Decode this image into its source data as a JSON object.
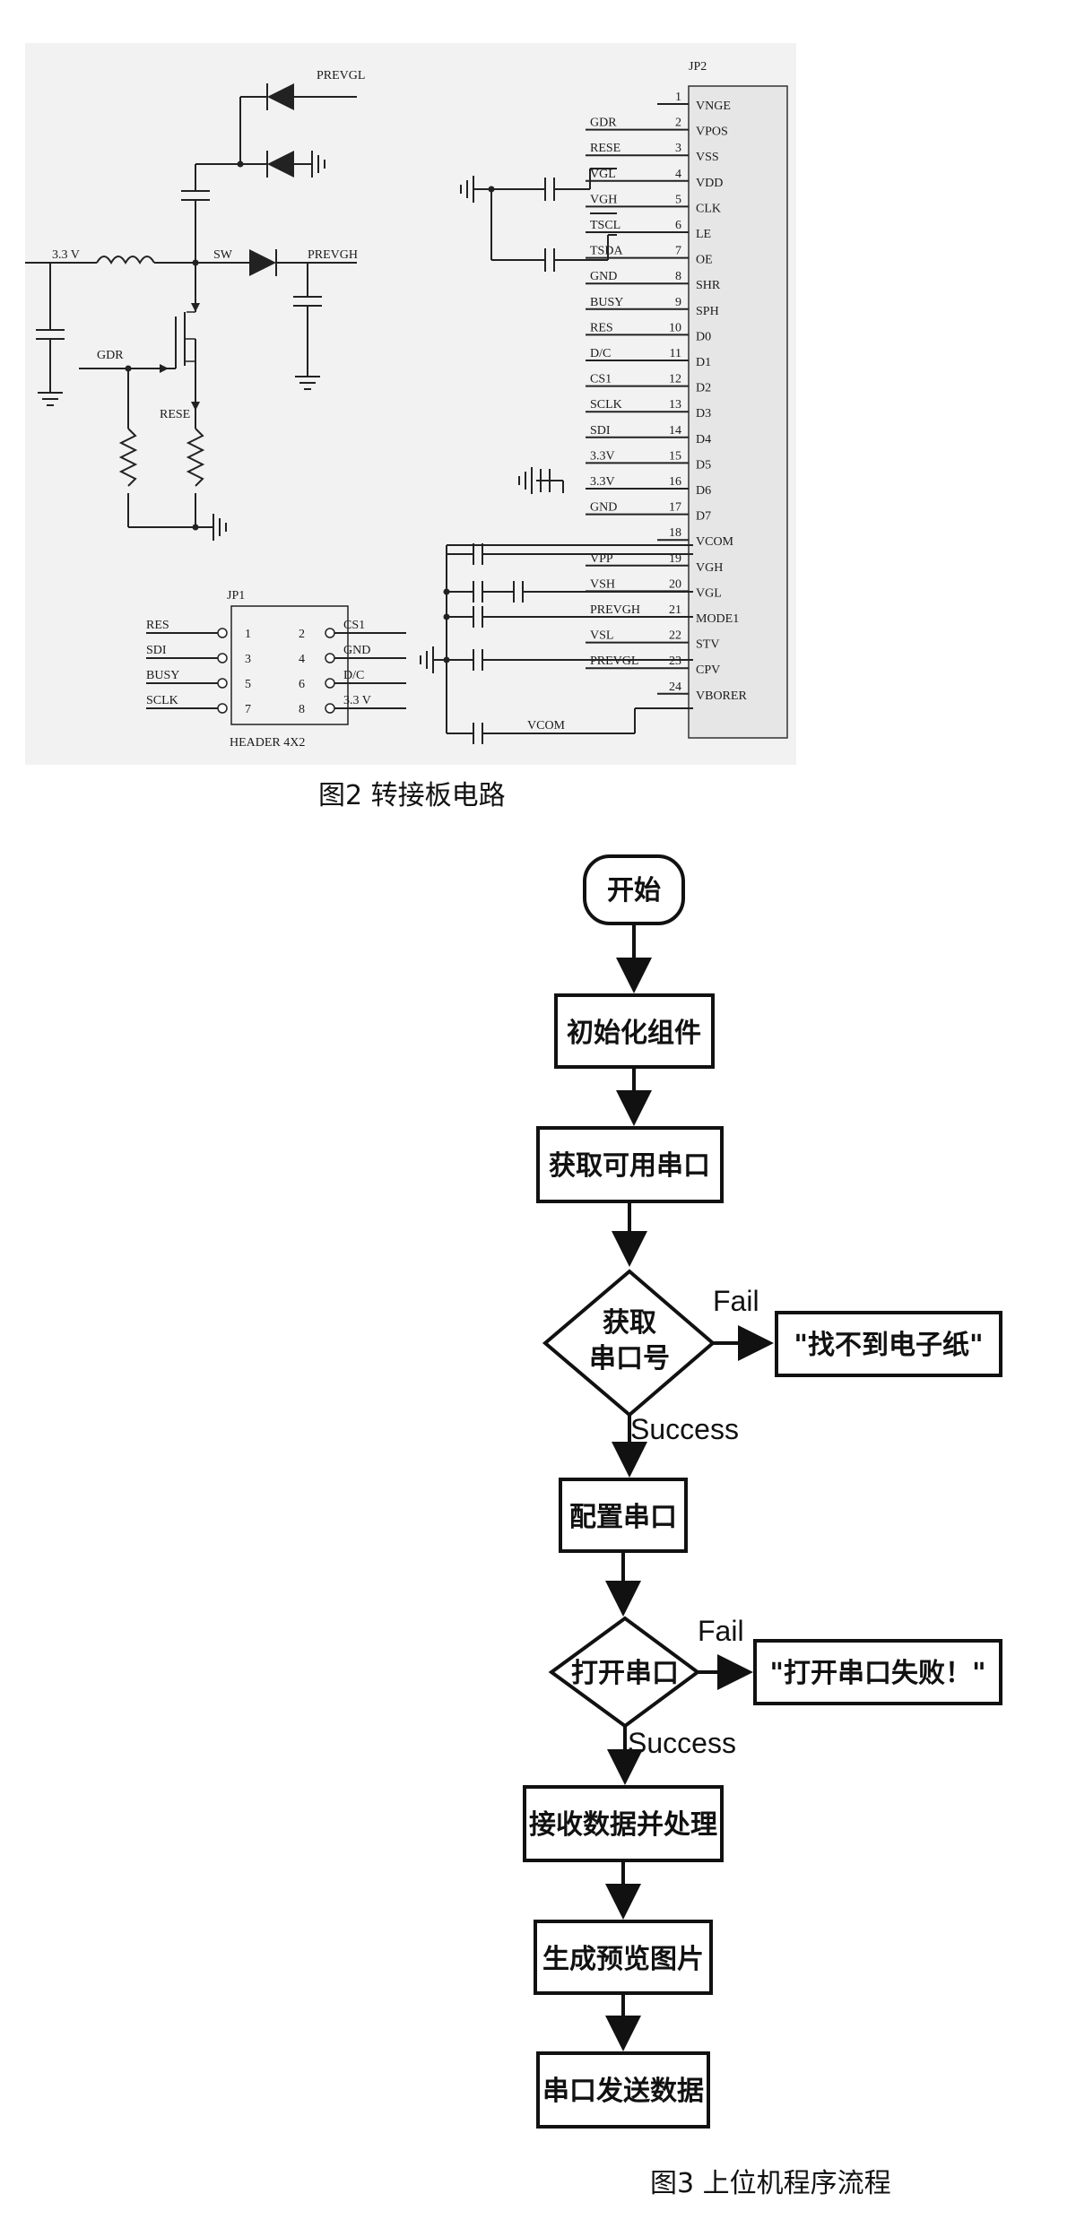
{
  "figure2": {
    "caption": "图2  转接板电路",
    "left_circuit": {
      "labels": [
        "PREVGL",
        "3.3 V",
        "SW",
        "PREVGH",
        "GDR",
        "RESE"
      ]
    },
    "jp2": {
      "title": "JP2",
      "pins": [
        {
          "num": "1",
          "net": "",
          "name": "VNGE"
        },
        {
          "num": "2",
          "net": "GDR",
          "name": "VPOS"
        },
        {
          "num": "3",
          "net": "RESE",
          "name": "VSS"
        },
        {
          "num": "4",
          "net": "VGL",
          "name": "VDD"
        },
        {
          "num": "5",
          "net": "VGH",
          "name": "CLK"
        },
        {
          "num": "6",
          "net": "TSCL",
          "name": "LE"
        },
        {
          "num": "7",
          "net": "TSDA",
          "name": "OE"
        },
        {
          "num": "8",
          "net": "GND",
          "name": "SHR"
        },
        {
          "num": "9",
          "net": "BUSY",
          "name": "SPH"
        },
        {
          "num": "10",
          "net": "RES",
          "name": "D0"
        },
        {
          "num": "11",
          "net": "D/C",
          "name": "D1"
        },
        {
          "num": "12",
          "net": "CS1",
          "name": "D2"
        },
        {
          "num": "13",
          "net": "SCLK",
          "name": "D3"
        },
        {
          "num": "14",
          "net": "SDI",
          "name": "D4"
        },
        {
          "num": "15",
          "net": "3.3V",
          "name": "D5"
        },
        {
          "num": "16",
          "net": "3.3V",
          "name": "D6"
        },
        {
          "num": "17",
          "net": "GND",
          "name": "D7"
        },
        {
          "num": "18",
          "net": "",
          "name": "VCOM"
        },
        {
          "num": "19",
          "net": "VPP",
          "name": "VGH"
        },
        {
          "num": "20",
          "net": "VSH",
          "name": "VGL"
        },
        {
          "num": "21",
          "net": "PREVGH",
          "name": "MODE1"
        },
        {
          "num": "22",
          "net": "VSL",
          "name": "STV"
        },
        {
          "num": "23",
          "net": "PREVGL",
          "name": "CPV"
        },
        {
          "num": "24",
          "net": "",
          "name": "VBORER"
        }
      ],
      "vcom_label": "VCOM"
    },
    "jp1": {
      "title": "JP1",
      "footer": "HEADER 4X2",
      "left": [
        {
          "net": "RES",
          "num": "1"
        },
        {
          "net": "SDI",
          "num": "3"
        },
        {
          "net": "BUSY",
          "num": "5"
        },
        {
          "net": "SCLK",
          "num": "7"
        }
      ],
      "right": [
        {
          "net": "CS1",
          "num": "2"
        },
        {
          "net": "GND",
          "num": "4"
        },
        {
          "net": "D/C",
          "num": "6"
        },
        {
          "net": "3.3 V",
          "num": "8"
        }
      ]
    }
  },
  "figure3": {
    "caption": "图3  上位机程序流程",
    "start": "开始",
    "init": "初始化组件",
    "get_ports": "获取可用串口",
    "decision1_line1": "获取",
    "decision1_line2": "串口号",
    "fail1_label": "Fail",
    "fail1_msg": "\"找不到电子纸\"",
    "success1_label": "Success",
    "config_port": "配置串口",
    "decision2": "打开串口",
    "fail2_label": "Fail",
    "fail2_msg": "\"打开串口失败！\"",
    "success2_label": "Success",
    "receive": "接收数据并处理",
    "preview": "生成预览图片",
    "send": "串口发送数据"
  }
}
